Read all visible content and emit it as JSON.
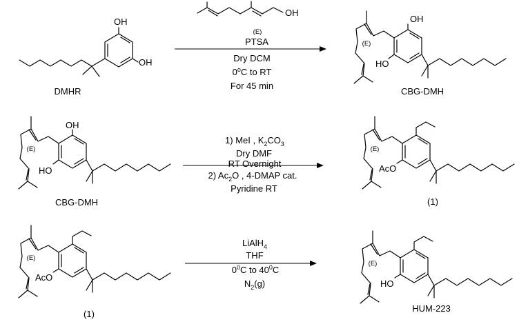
{
  "atoms": {
    "oh": "OH",
    "ho": "HO",
    "aco": "AcO"
  },
  "stereo": {
    "e": "(E)"
  },
  "step1": {
    "reactant_name": "DMHR",
    "product_name": "CBG-DMH",
    "conditions": {
      "l1": "PTSA",
      "l2": "Dry DCM",
      "l3a": "0",
      "l3b": "o",
      "l3c": "C to RT",
      "l4": "For 45 min"
    }
  },
  "step2": {
    "reactant_name": "CBG-DMH",
    "product_name": "(1)",
    "conditions": {
      "l1a": "1) MeI , K",
      "l1b": "2",
      "l1c": "CO",
      "l1d": "3",
      "l2": "Dry DMF",
      "l3": "RT Overnight",
      "l4a": "2) Ac",
      "l4b": "2",
      "l4c": "O , 4-DMAP cat.",
      "l5": "Pyridine RT"
    }
  },
  "step3": {
    "reactant_name": "(1)",
    "product_name": "HUM-223",
    "conditions": {
      "l1a": "LiAlH",
      "l1b": "4",
      "l2": "THF",
      "l3a": "0",
      "l3b": "0",
      "l3c": "C to 40",
      "l3d": "0",
      "l3e": "C",
      "l4a": "N",
      "l4b": "2",
      "l4c": "(g)"
    }
  }
}
